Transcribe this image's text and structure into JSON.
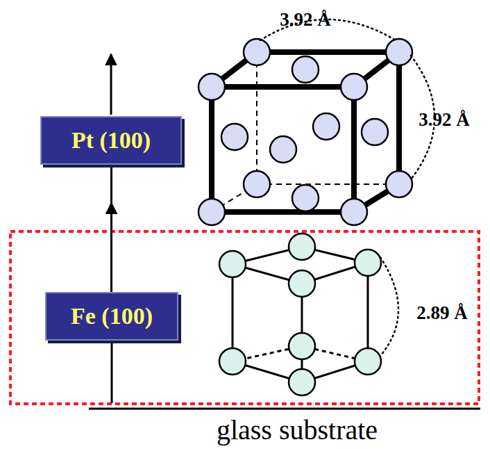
{
  "diagram": {
    "nodes": [
      {
        "text": [
          "Pt (100)"
        ]
      },
      {
        "text": [
          "Fe (100)"
        ]
      }
    ],
    "edges": [
      {
        "from": 1,
        "to": 0,
        "arrow": "to"
      }
    ],
    "labels": [
      "3.92 Å",
      "3.92 Å",
      "2.89 Å",
      "glass substrate"
    ]
  }
}
